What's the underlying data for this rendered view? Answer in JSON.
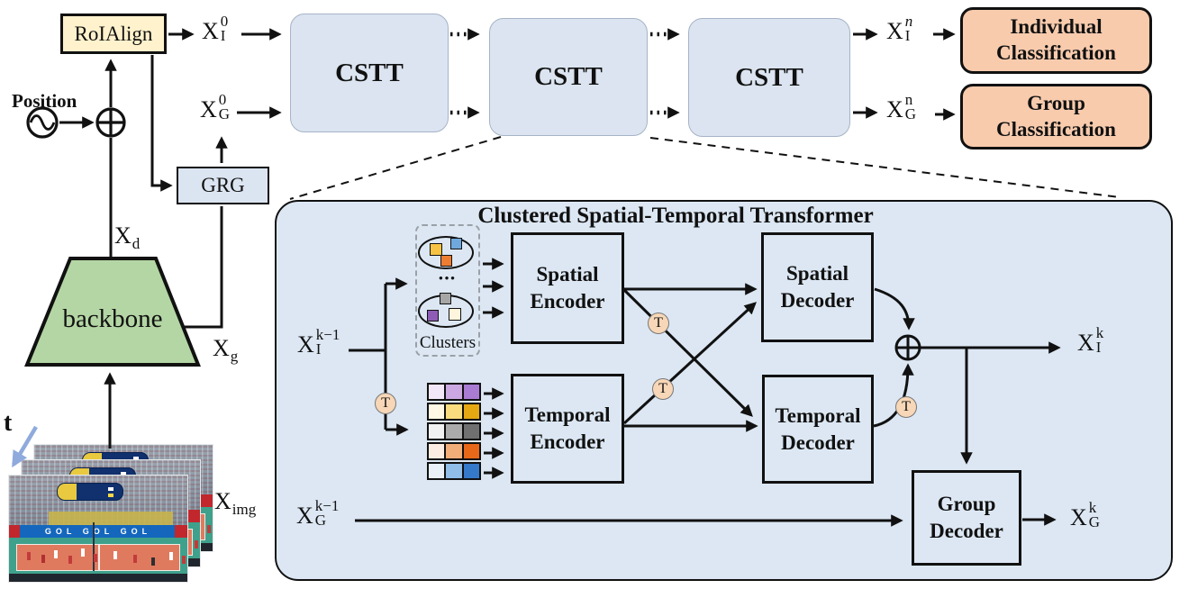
{
  "colors": {
    "panel_bg": "#DCE7F3",
    "cstt_bg": "#DBE4F0",
    "classification_bg": "#F8CBAD",
    "roialign_bg": "#FFF2CC",
    "grg_bg": "#DBE5F1",
    "backbone_bg": "#B4D6A4",
    "t_circle_bg": "#F7D7B7",
    "time_arrow_blue": "#8FAADC"
  },
  "pipeline": {
    "roialign_label": "RoIAlign",
    "position_label": "Position",
    "grg_label": "GRG",
    "backbone_label": "backbone",
    "cstt_label": "CSTT",
    "individual_classification": {
      "line1": "Individual",
      "line2": "Classification"
    },
    "group_classification": {
      "line1": "Group",
      "line2": "Classification"
    }
  },
  "labels": {
    "xi0": {
      "base": "X",
      "sub": "I",
      "sup": "0"
    },
    "xg0": {
      "base": "X",
      "sub": "G",
      "sup": "0"
    },
    "xin": {
      "base": "X",
      "sub": "I",
      "sup": "n"
    },
    "xgn": {
      "base": "X",
      "sub": "G",
      "sup": "n"
    },
    "xd": {
      "base": "X",
      "sub": "d"
    },
    "xg": {
      "base": "X",
      "sub": "g"
    },
    "ximg": {
      "base": "X",
      "sub": "img"
    },
    "t": "t",
    "xik1": {
      "base": "X",
      "sub": "I",
      "sup": "k−1"
    },
    "xgk1": {
      "base": "X",
      "sub": "G",
      "sup": "k−1"
    },
    "xik": {
      "base": "X",
      "sub": "I",
      "sup": "k"
    },
    "xgk": {
      "base": "X",
      "sub": "G",
      "sup": "k"
    }
  },
  "panel": {
    "title": "Clustered Spatial-Temporal Transformer",
    "clusters_label": "Clusters",
    "dots": "•••",
    "t_symbol": "T",
    "spatial_encoder": {
      "line1": "Spatial",
      "line2": "Encoder"
    },
    "temporal_encoder": {
      "line1": "Temporal",
      "line2": "Encoder"
    },
    "spatial_decoder": {
      "line1": "Spatial",
      "line2": "Decoder"
    },
    "temporal_decoder": {
      "line1": "Temporal",
      "line2": "Decoder"
    },
    "group_decoder": {
      "line1": "Group",
      "line2": "Decoder"
    },
    "cluster_squares": {
      "e1": [
        "#F6C344",
        "#6FA8DC",
        "#ED7D31"
      ],
      "e2": [
        "#A6A6A6",
        "#8E5BB5",
        "#FFF5DC"
      ]
    },
    "feature_grid": [
      [
        "#F2E7F8",
        "#CBA8E2",
        "#A97BD3"
      ],
      [
        "#FFF8E3",
        "#F9DC7E",
        "#E5A812"
      ],
      [
        "#F1F1F1",
        "#ABABAB",
        "#707070"
      ],
      [
        "#FBEDE1",
        "#F2AE79",
        "#E76818"
      ],
      [
        "#E9F0F8",
        "#90BEE9",
        "#3579CB"
      ]
    ]
  },
  "photo": {
    "ad_text": "GOL GOL GOL"
  }
}
